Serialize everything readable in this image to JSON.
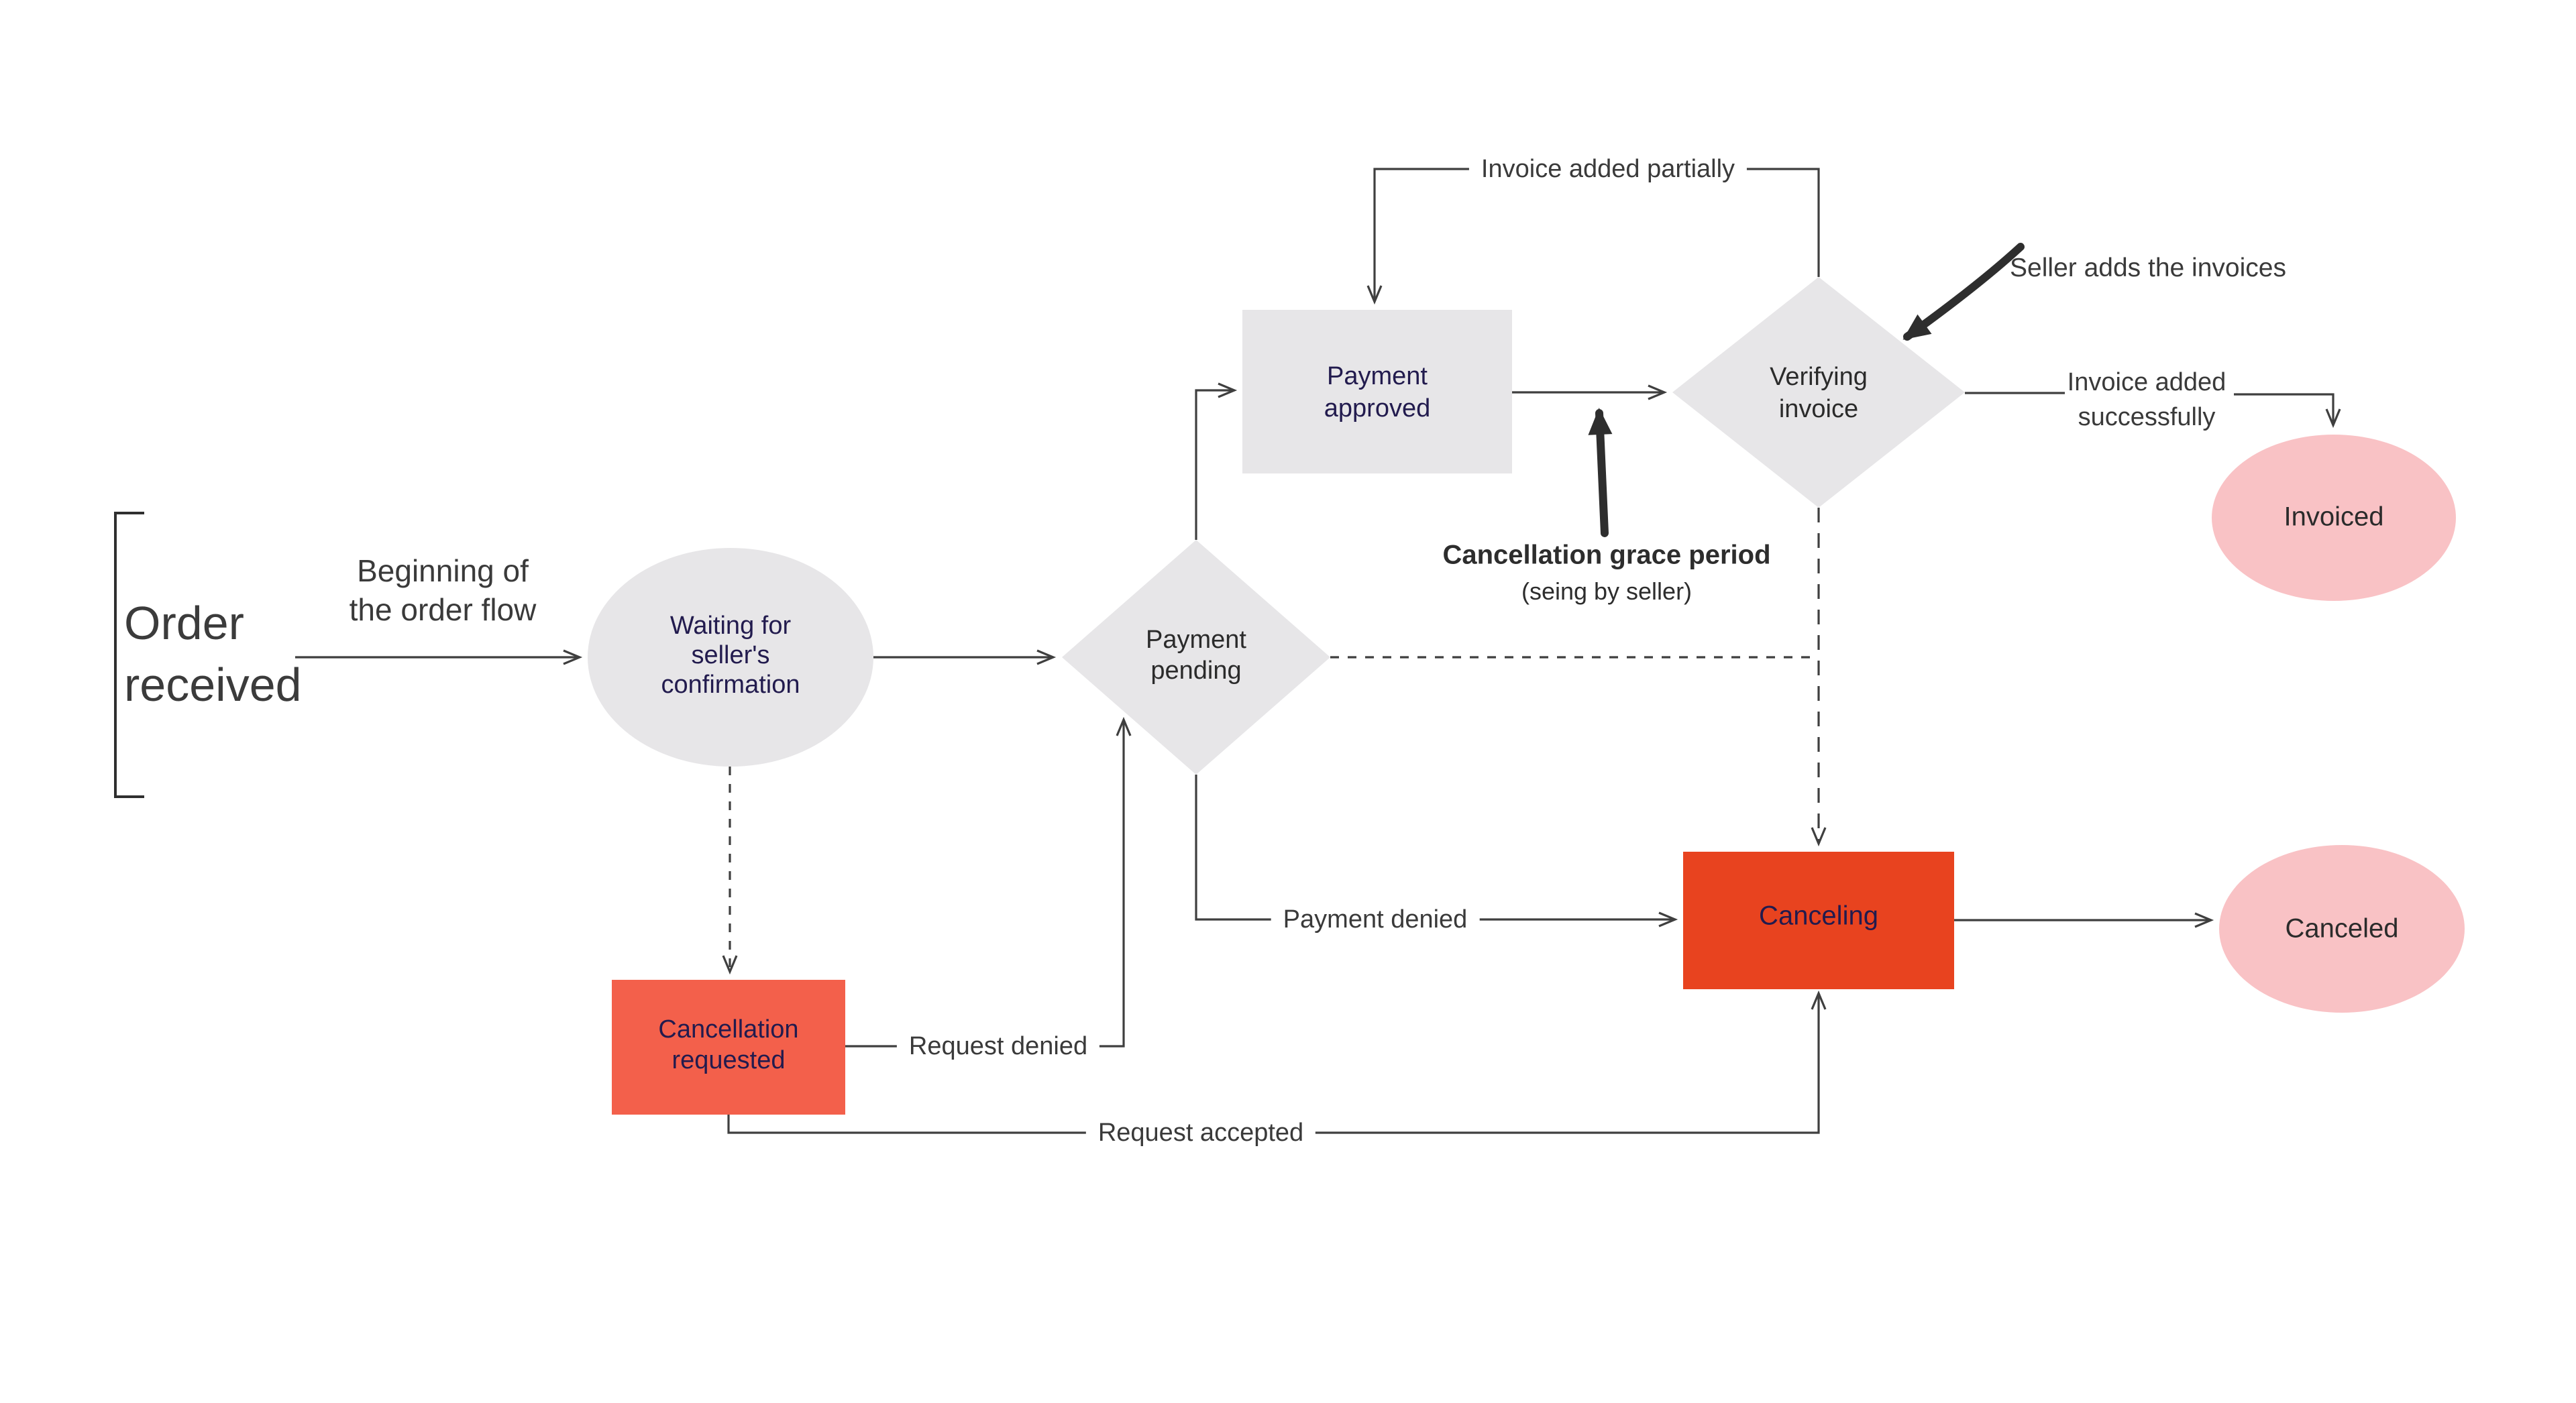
{
  "colors": {
    "background": "#ffffff",
    "node_gray": "#e7e6e8",
    "node_pink": "#f9c2c5",
    "node_red": "#e8431f",
    "node_salmon": "#f3604b",
    "connector": "#3f3f3f",
    "thick_arrow": "#2e2e2e",
    "navy_text": "#221b4e",
    "dark_text": "#2b2b2b",
    "annotation_ink": "#3a3a3a"
  },
  "annotations": {
    "order_received": "Order\nreceived",
    "beginning_of_flow": "Beginning of\nthe order flow",
    "seller_adds_invoices": "Seller adds the invoices",
    "grace_period_title": "Cancellation grace period",
    "grace_period_subtitle": "(seing by seller)"
  },
  "nodes": {
    "waiting_confirmation": "Waiting for\nseller's\nconfirmation",
    "payment_pending": "Payment\npending",
    "payment_approved": "Payment\napproved",
    "verifying_invoice": "Verifying\ninvoice",
    "invoiced": "Invoiced",
    "canceling": "Canceling",
    "canceled": "Canceled",
    "cancellation_requested": "Cancellation\nrequested"
  },
  "edge_labels": {
    "invoice_added_partially": "Invoice added partially",
    "invoice_added_successfully": "Invoice added\nsuccessfully",
    "payment_denied": "Payment denied",
    "request_denied": "Request denied",
    "request_accepted": "Request accepted"
  }
}
